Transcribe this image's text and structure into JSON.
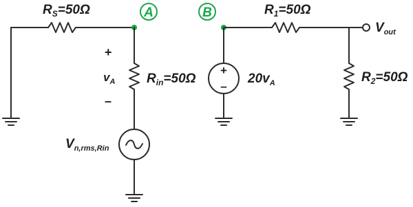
{
  "nodes": {
    "a": "A",
    "b": "B"
  },
  "labels": {
    "rs_main": "R",
    "rs_sub": "S",
    "rs_value": "=50Ω",
    "rin_main": "R",
    "rin_sub": "in",
    "rin_value": "=50Ω",
    "r1_main": "R",
    "r1_sub": "1",
    "r1_value": "=50Ω",
    "r2_main": "R",
    "r2_sub": "2",
    "r2_value": "=50Ω",
    "va_main": "v",
    "va_sub": "A",
    "va_plus": "+",
    "va_minus": "–",
    "vn_main": "V",
    "vn_sub": "n,rms,Rin",
    "gain_main": "20v",
    "gain_sub": "A",
    "vout_main": "V",
    "vout_sub": "out"
  },
  "colors": {
    "wire": "#2b2b2b",
    "node": "#1aa64a"
  }
}
